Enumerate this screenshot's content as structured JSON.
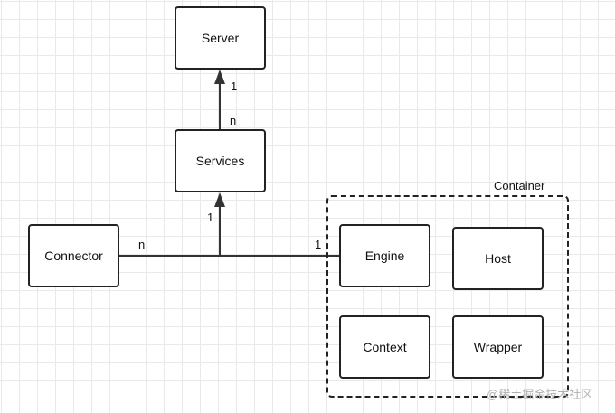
{
  "nodes": {
    "server": "Server",
    "services": "Services",
    "connector": "Connector",
    "engine": "Engine",
    "host": "Host",
    "context": "Context",
    "wrapper": "Wrapper"
  },
  "container_label": "Container",
  "multiplicities": {
    "server_end": "1",
    "services_top": "n",
    "services_bottom": "1",
    "connector_end": "n",
    "engine_end": "1"
  },
  "watermark": "@稀土掘金技术社区",
  "colors": {
    "line": "#333333",
    "border": "#222222",
    "grid": "#e9e9e9"
  }
}
